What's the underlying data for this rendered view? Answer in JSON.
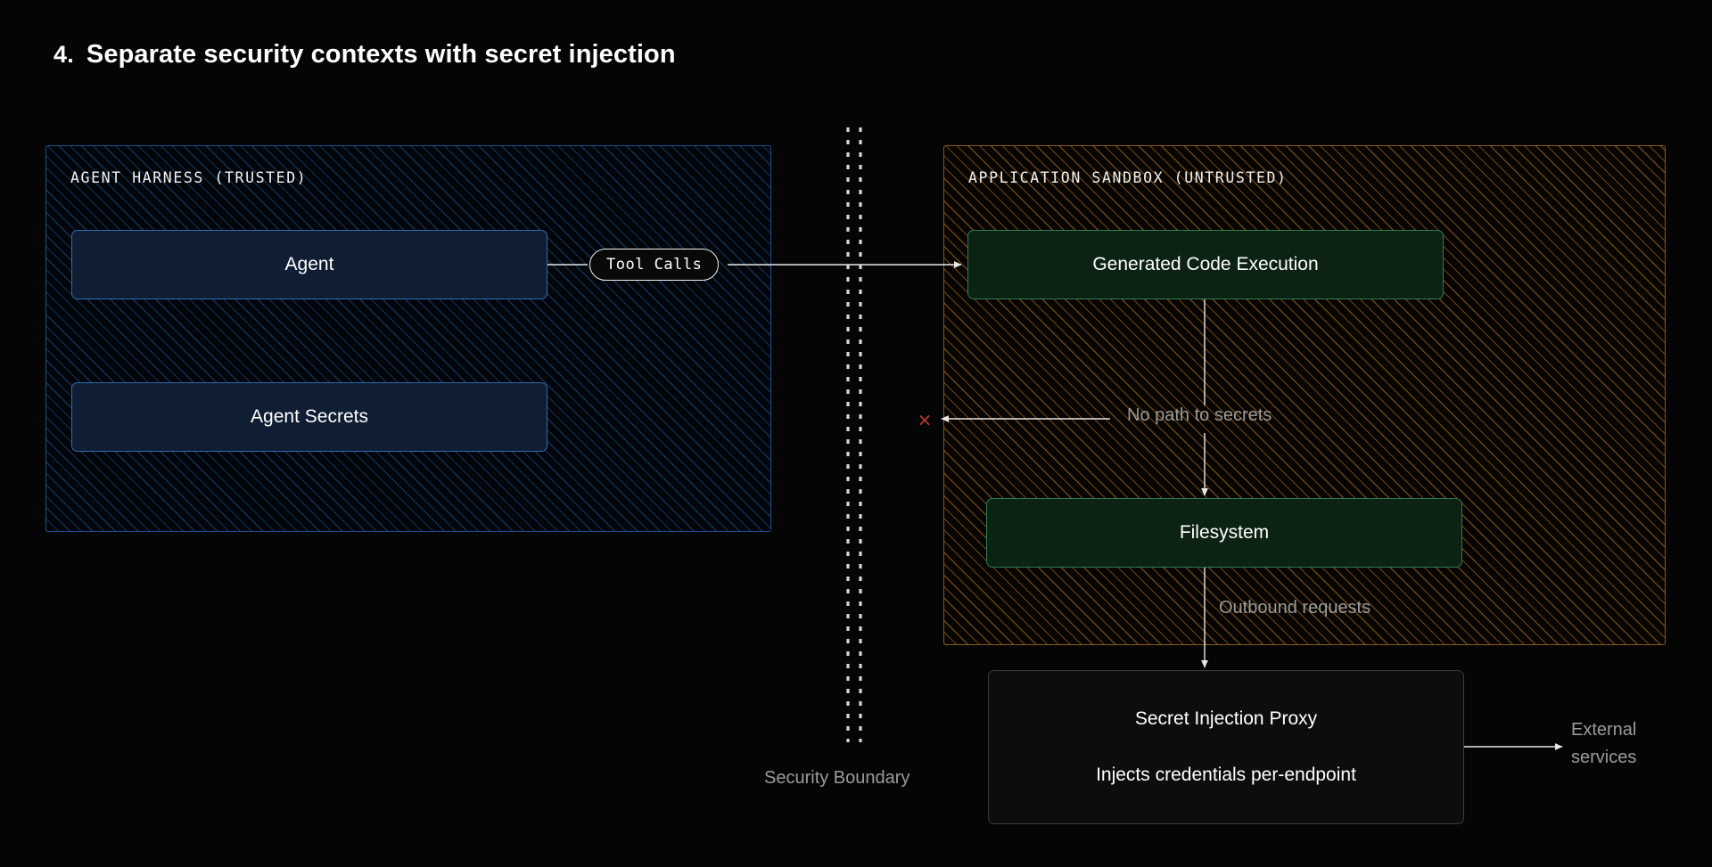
{
  "title": {
    "number": "4.",
    "text": "Separate security contexts with secret injection"
  },
  "zones": [
    {
      "id": "trusted",
      "label": "AGENT HARNESS (TRUSTED)",
      "accent": "#1c4f8f"
    },
    {
      "id": "untrusted",
      "label": "APPLICATION SANDBOX (UNTRUSTED)",
      "accent": "#8a5a1a"
    }
  ],
  "nodes": {
    "agent": {
      "label": "Agent"
    },
    "agent_secrets": {
      "label": "Agent Secrets"
    },
    "code_exec": {
      "label": "Generated Code Execution"
    },
    "filesystem": {
      "label": "Filesystem"
    },
    "proxy": {
      "line1": "Secret Injection Proxy",
      "line2": "Injects credentials per-endpoint"
    }
  },
  "edges": {
    "tool_calls": "Tool Calls",
    "no_path_to_secrets": "No path to secrets",
    "outbound_requests": "Outbound requests",
    "external_services": "External services"
  },
  "boundary": {
    "label": "Security Boundary"
  },
  "markers": {
    "blocked": "×",
    "blocked_color": "#c0392b"
  },
  "colors": {
    "background": "#050505",
    "trusted_border": "#1c4f8f",
    "trusted_fill": "#101e33",
    "untrusted_border": "#8a5a1a",
    "sandbox_node_border": "#2e7d4f",
    "sandbox_node_fill": "#0c2213",
    "text_primary": "#ffffff",
    "text_muted": "#9b9b9b",
    "connector": "#e8e8e8"
  }
}
